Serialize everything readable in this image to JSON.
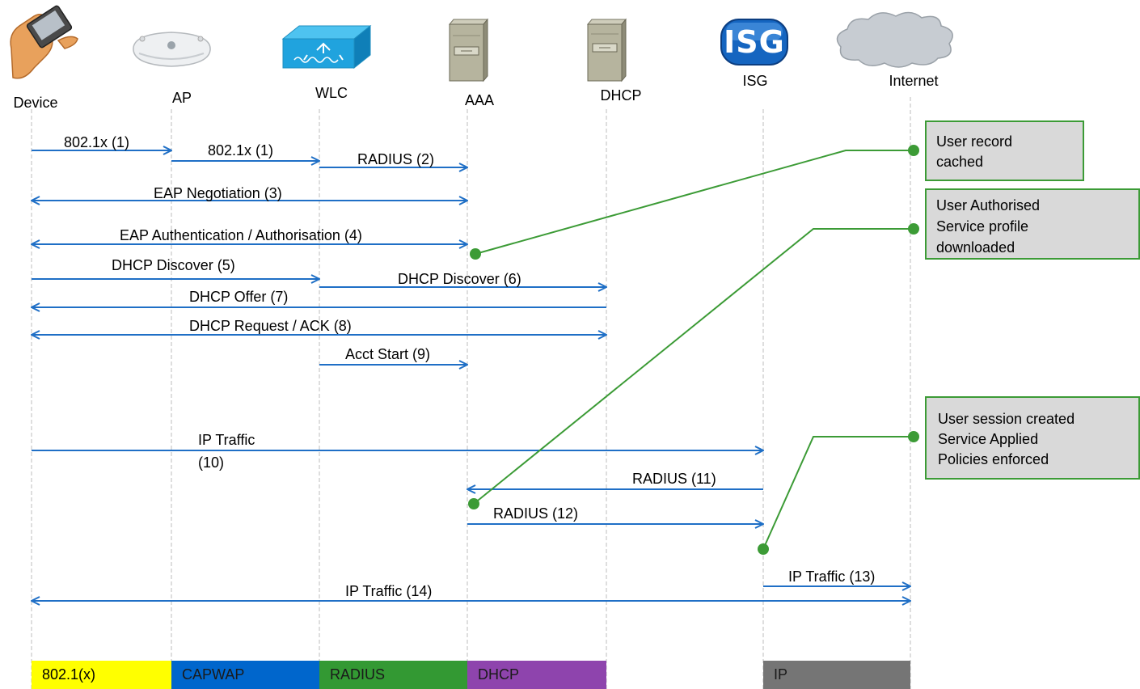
{
  "entities": {
    "device": "Device",
    "ap": "AP",
    "wlc": "WLC",
    "aaa": "AAA",
    "dhcp": "DHCP",
    "isg": "ISG",
    "internet": "Internet"
  },
  "isg_logo_text": "ISG",
  "messages": {
    "m1a": "802.1x (1)",
    "m1b": "802.1x (1)",
    "m2": "RADIUS (2)",
    "m3": "EAP Negotiation (3)",
    "m4": "EAP Authentication / Authorisation (4)",
    "m5": "DHCP Discover (5)",
    "m6": "DHCP Discover (6)",
    "m7": "DHCP Offer (7)",
    "m8": "DHCP Request / ACK  (8)",
    "m9": "Acct Start (9)",
    "m10a": "IP Traffic",
    "m10b": "(10)",
    "m11": "RADIUS (11)",
    "m12": "RADIUS (12)",
    "m13": "IP Traffic (13)",
    "m14": "IP Traffic (14)"
  },
  "notes": {
    "n1": [
      "User record",
      "cached"
    ],
    "n2": [
      "User Authorised",
      "Service profile",
      "downloaded"
    ],
    "n3": [
      "User session created",
      "Service Applied",
      "Policies enforced"
    ]
  },
  "bands": [
    {
      "label": "802.1(x)",
      "color": "#ffff00",
      "text_color": "#000000"
    },
    {
      "label": "CAPWAP",
      "color": "#0066cc",
      "text_color": "#1a1a1a"
    },
    {
      "label": "RADIUS",
      "color": "#339933",
      "text_color": "#1a1a1a"
    },
    {
      "label": "DHCP",
      "color": "#8e44ad",
      "text_color": "#1a1a1a"
    },
    {
      "label": "IP",
      "color": "#757575",
      "text_color": "#1a1a1a"
    }
  ],
  "colors": {
    "arrow": "#1f6fc6",
    "note_line": "#3c9b36",
    "lifeline": "#bdbdbd"
  }
}
